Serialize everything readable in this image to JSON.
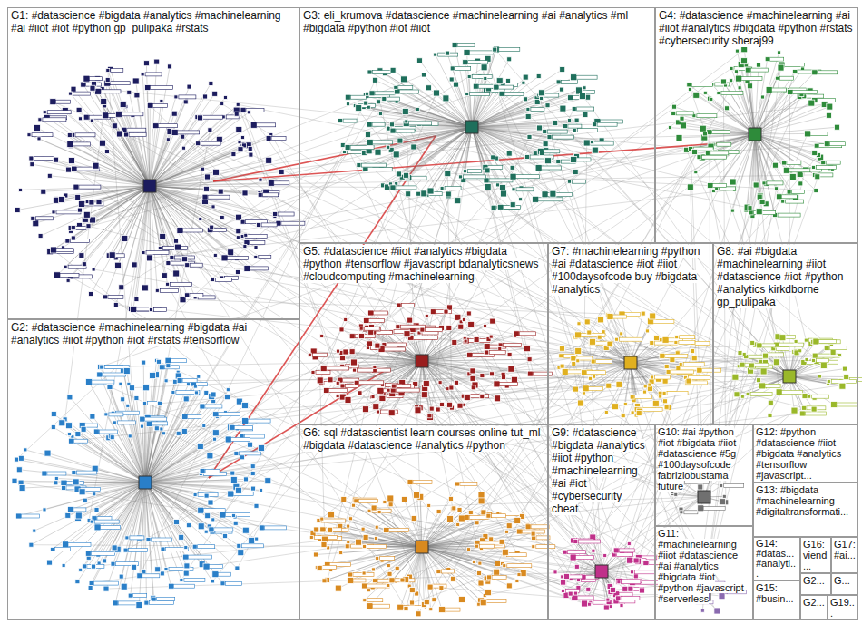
{
  "diagram": {
    "nodes": [
      {
        "text": [
          "G1: #datascience #bigdata #analytics #machinelearning #ai #iiot #iot #python gp_pulipaka #rstats"
        ]
      },
      {
        "text": [
          "G3: eli_krumova #datascience #machinelearning #ai #analytics #ml #bigdata #python #iot #iiot"
        ]
      },
      {
        "text": [
          "G4: #datascience #machinelearning #ai #iiot #analytics #bigdata #python #rstats #cybersecurity sheraj99"
        ]
      },
      {
        "text": [
          "G5: #datascience #iiot #analytics #bigdata #python #tensorflow #javascript bdanalyticsnews #cloudcomputing #machinelearning"
        ]
      },
      {
        "text": [
          "G7: #machinelearning #python #ai #datascience #iot #iiot #100daysofcode buy #bigdata #analytics"
        ]
      },
      {
        "text": [
          "G8: #ai #bigdata #machinelearning #iiot #datascience #iot #python #analytics kirkdborne gp_pulipaka"
        ]
      },
      {
        "text": [
          "G2: #datascience #machinelearning #bigdata #ai #analytics #iiot #python #iot #rstats #tensorflow"
        ]
      },
      {
        "text": [
          "G6: sql #datascientist learn courses online tut_ml #bigdata #datascience #analytics #python"
        ]
      },
      {
        "text": [
          "G9: #datascience #bigdata #analytics #iiot #python #machinelearning #ai #iot #cybersecurity cheat"
        ]
      },
      {
        "text": [
          "G10: #ai #python #iot #bigdata #iiot #datascience #5g #100daysofcode fabriziobustama future"
        ]
      },
      {
        "text": [
          "G12: #python #datascience #iiot #bigdata #analytics #tensorflow #javascript..."
        ]
      },
      {
        "text": [
          "G13: #bigdata #machinelearning #digitaltransformati..."
        ]
      },
      {
        "text": [
          "G11: #machinelearning #iiot #datascience #ai #analytics #bigdata #iot #python #javascript #serverless"
        ]
      },
      {
        "text": [
          "G14: #datas... #analyti..."
        ]
      },
      {
        "text": [
          "G16: viend..."
        ]
      },
      {
        "text": [
          "G17: #ai..."
        ]
      },
      {
        "text": [
          "G2..."
        ]
      },
      {
        "text": [
          "G..."
        ]
      },
      {
        "text": [
          "G15: #busin..."
        ]
      },
      {
        "text": [
          "G2..."
        ]
      },
      {
        "text": [
          "G19..."
        ]
      }
    ]
  }
}
